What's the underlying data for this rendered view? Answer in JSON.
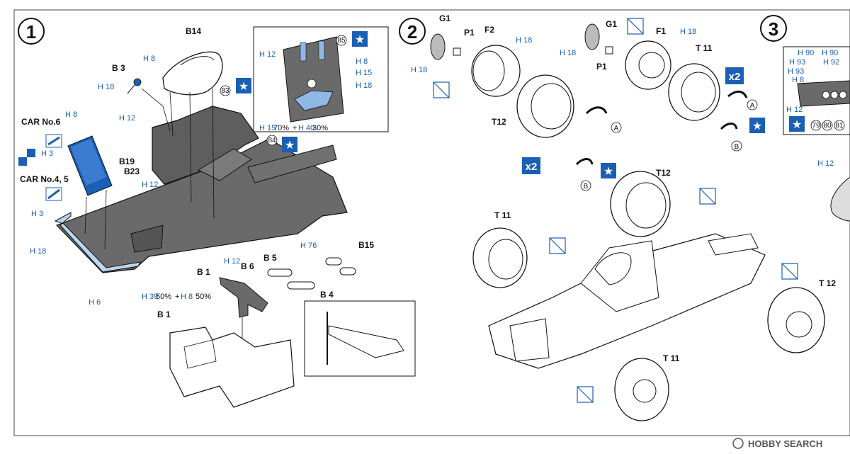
{
  "steps": {
    "s1": "1",
    "s2": "2",
    "s3": "3"
  },
  "step1": {
    "b14": "B14",
    "b3": "B 3",
    "h8_a": "H 8",
    "h18_a": "H 18",
    "h12_a": "H 12",
    "car6": "CAR No.6",
    "h8_b": "H 8",
    "b19": "B19",
    "h3_a": "H 3",
    "b23": "B23",
    "car45": "CAR No.4, 5",
    "h12_b": "H 12",
    "h3_b": "H 3",
    "h18_b": "H 18",
    "h12_c": "H 12",
    "b1_a": "B 1",
    "h6": "H 6",
    "b5": "B 5",
    "h76": "H 76",
    "b15": "B15",
    "b6": "B 6",
    "mix1_h": "H 39",
    "mix1_p": "50%",
    "mix1_plus": "+",
    "mix1_h2": "H 8",
    "mix1_p2": "50%",
    "b4": "B 4",
    "b1_b": "B 1",
    "c83": "83",
    "c84": "84",
    "detail": {
      "c85": "85",
      "h12": "H 12",
      "h8": "H 8",
      "h15": "H 15",
      "h18": "H 18",
      "mix_h": "H 15",
      "mix_p": "70%",
      "mix_plus": "+",
      "mix_h2": "H 40",
      "mix_p2": "30%"
    }
  },
  "step2": {
    "g1_a": "G1",
    "p1_a": "P1",
    "f2": "F2",
    "h18_a": "H 18",
    "h18_b": "H 18",
    "t12_a": "T12",
    "x2_a": "x2",
    "g1_b": "G1",
    "f1": "F1",
    "h18_c": "H 18",
    "h18_d": "H 18",
    "p1_b": "P1",
    "t11_a": "T 11",
    "x2_b": "x2",
    "a1": "A",
    "a2": "A",
    "b_1": "B",
    "b_2": "B",
    "t12_b": "T12",
    "t11_b": "T 11",
    "t12_c": "T 12",
    "t11_c": "T 11"
  },
  "step3": {
    "h90_a": "H 90",
    "h90_b": "H 90",
    "h93_a": "H 93",
    "h92": "H 92",
    "h93_b": "H 93",
    "h8": "H 8",
    "h12_a": "H 12",
    "c79": "79",
    "c80": "80",
    "c81": "81",
    "h12_b": "H 12"
  },
  "watermark": {
    "text": "HOBBY SEARCH"
  },
  "colors": {
    "paint_blue": "#1a5fb4",
    "part_gray": "#6a6a6a",
    "ink": "#111111"
  }
}
